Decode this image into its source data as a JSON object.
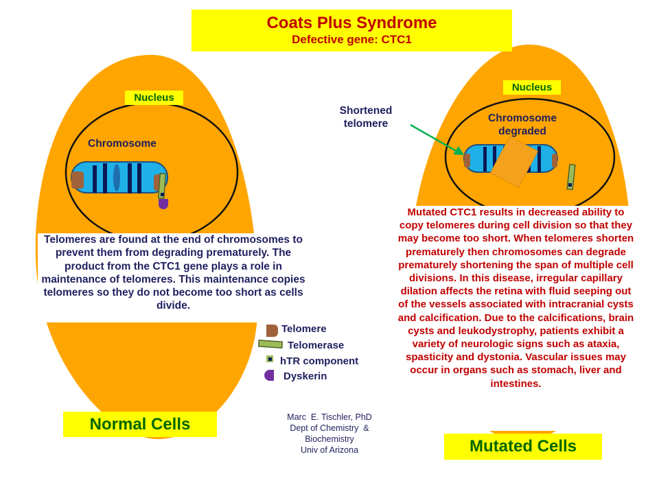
{
  "title": {
    "main": "Coats Plus Syndrome",
    "sub": "Defective gene: CTC1"
  },
  "normal_cell": {
    "nucleus_label": "Nucleus",
    "chromosome_label": "Chromosome",
    "description": "Telomeres are found at the end of chromosomes to prevent them from degrading prematurely. The product from the CTC1 gene plays a role in maintenance of telomeres. This maintenance copies telomeres so they do not become too short as cells divide.",
    "caption": "Normal Cells"
  },
  "mutated_cell": {
    "nucleus_label": "Nucleus",
    "chromosome_label_line1": "Chromosome",
    "chromosome_label_line2": "degraded",
    "pointer_label_line1": "Shortened",
    "pointer_label_line2": "telomere",
    "description": "Mutated CTC1 results in decreased ability to copy telomeres during cell division so that they may become too short. When telomeres shorten prematurely then chromosomes can degrade prematurely shortening the span of multiple cell divisions. In this disease, irregular capillary dilation affects the retina with fluid seeping out of the vessels associated with intracranial cysts and calcification. Due to the calcifications, brain cysts and leukodystrophy, patients exhibit a variety of neurologic signs such as ataxia, spasticity and dystonia. Vascular issues may occur in organs such as stomach, liver and intestines.",
    "caption": "Mutated Cells"
  },
  "legend": [
    {
      "label": "Telomere",
      "icon": "telomere-icon"
    },
    {
      "label": "Telomerase",
      "icon": "telomerase-icon"
    },
    {
      "label": "hTR component",
      "icon": "htr-component-icon"
    },
    {
      "label": "Dyskerin",
      "icon": "dyskerin-icon"
    }
  ],
  "credit": {
    "line1": "Marc  E. Tischler, PhD",
    "line2": "Dept of Chemistry  &",
    "line3": "Biochemistry",
    "line4": "Univ of Arizona"
  },
  "colors": {
    "cell_fill": "#ffa500",
    "chromosome_fill": "#1fb0e8",
    "band": "#0a1a55",
    "telomere": "#a0623a",
    "telomerase": "#9cbb59",
    "dyskerin": "#7030a0",
    "title_text": "#c00000",
    "mutated_text": "#c00000",
    "caption_text": "#006600",
    "highlight": "#ffff00",
    "arrow": "#00b050"
  }
}
